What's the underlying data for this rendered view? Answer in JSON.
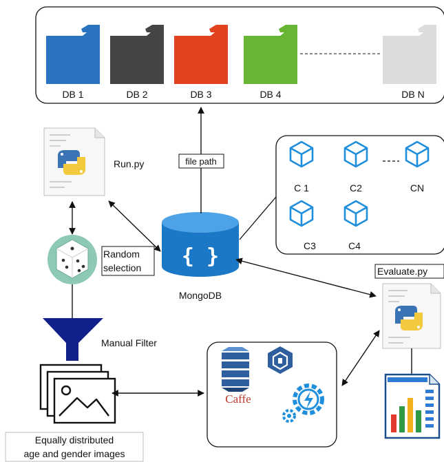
{
  "databases": {
    "items": [
      {
        "label": "DB 1",
        "color": "#2a73c0"
      },
      {
        "label": "DB 2",
        "color": "#454545"
      },
      {
        "label": "DB 3",
        "color": "#e2431f"
      },
      {
        "label": "DB 4",
        "color": "#67b533"
      },
      {
        "label": "DB N",
        "color": "#dcdcdc"
      }
    ]
  },
  "scripts": {
    "run": "Run.py",
    "evaluate": "Evaluate.py"
  },
  "edges": {
    "file_path": "file path",
    "random_selection_line1": "Random",
    "random_selection_line2": "selection",
    "manual_filter": "Manual Filter"
  },
  "mongodb": {
    "label": "MongoDB",
    "braces": "{ }"
  },
  "containers": {
    "items": [
      {
        "label": "C 1"
      },
      {
        "label": "C2"
      },
      {
        "label": "CN"
      },
      {
        "label": "C3"
      },
      {
        "label": "C4"
      }
    ]
  },
  "caffe": {
    "label": "Caffe"
  },
  "images": {
    "caption_line1": "Equally distributed",
    "caption_line2": "age and gender images"
  },
  "colors": {
    "container_blue": "#1f8fdc",
    "mongo_blue": "#1b78c6",
    "funnel_navy": "#12208c",
    "dice_teal": "#8dc9b6",
    "aws_blue": "#2e5e9e"
  }
}
